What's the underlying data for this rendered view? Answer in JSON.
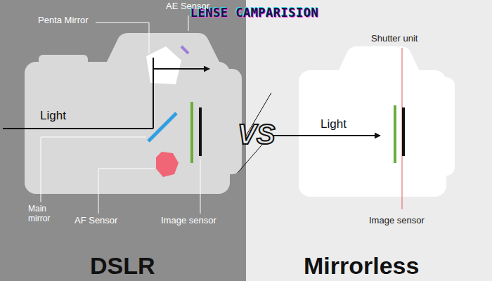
{
  "diagram": {
    "title": "LENSE CAMPARISION",
    "labels": [
      "Penta Mirror",
      "AE Sensor",
      "Light",
      "Main mirror",
      "AF Sensor",
      "Image sensor",
      "DSLR",
      "VS",
      "Shutter unit",
      "Light",
      "Image sensor",
      "Mirrorless"
    ]
  }
}
